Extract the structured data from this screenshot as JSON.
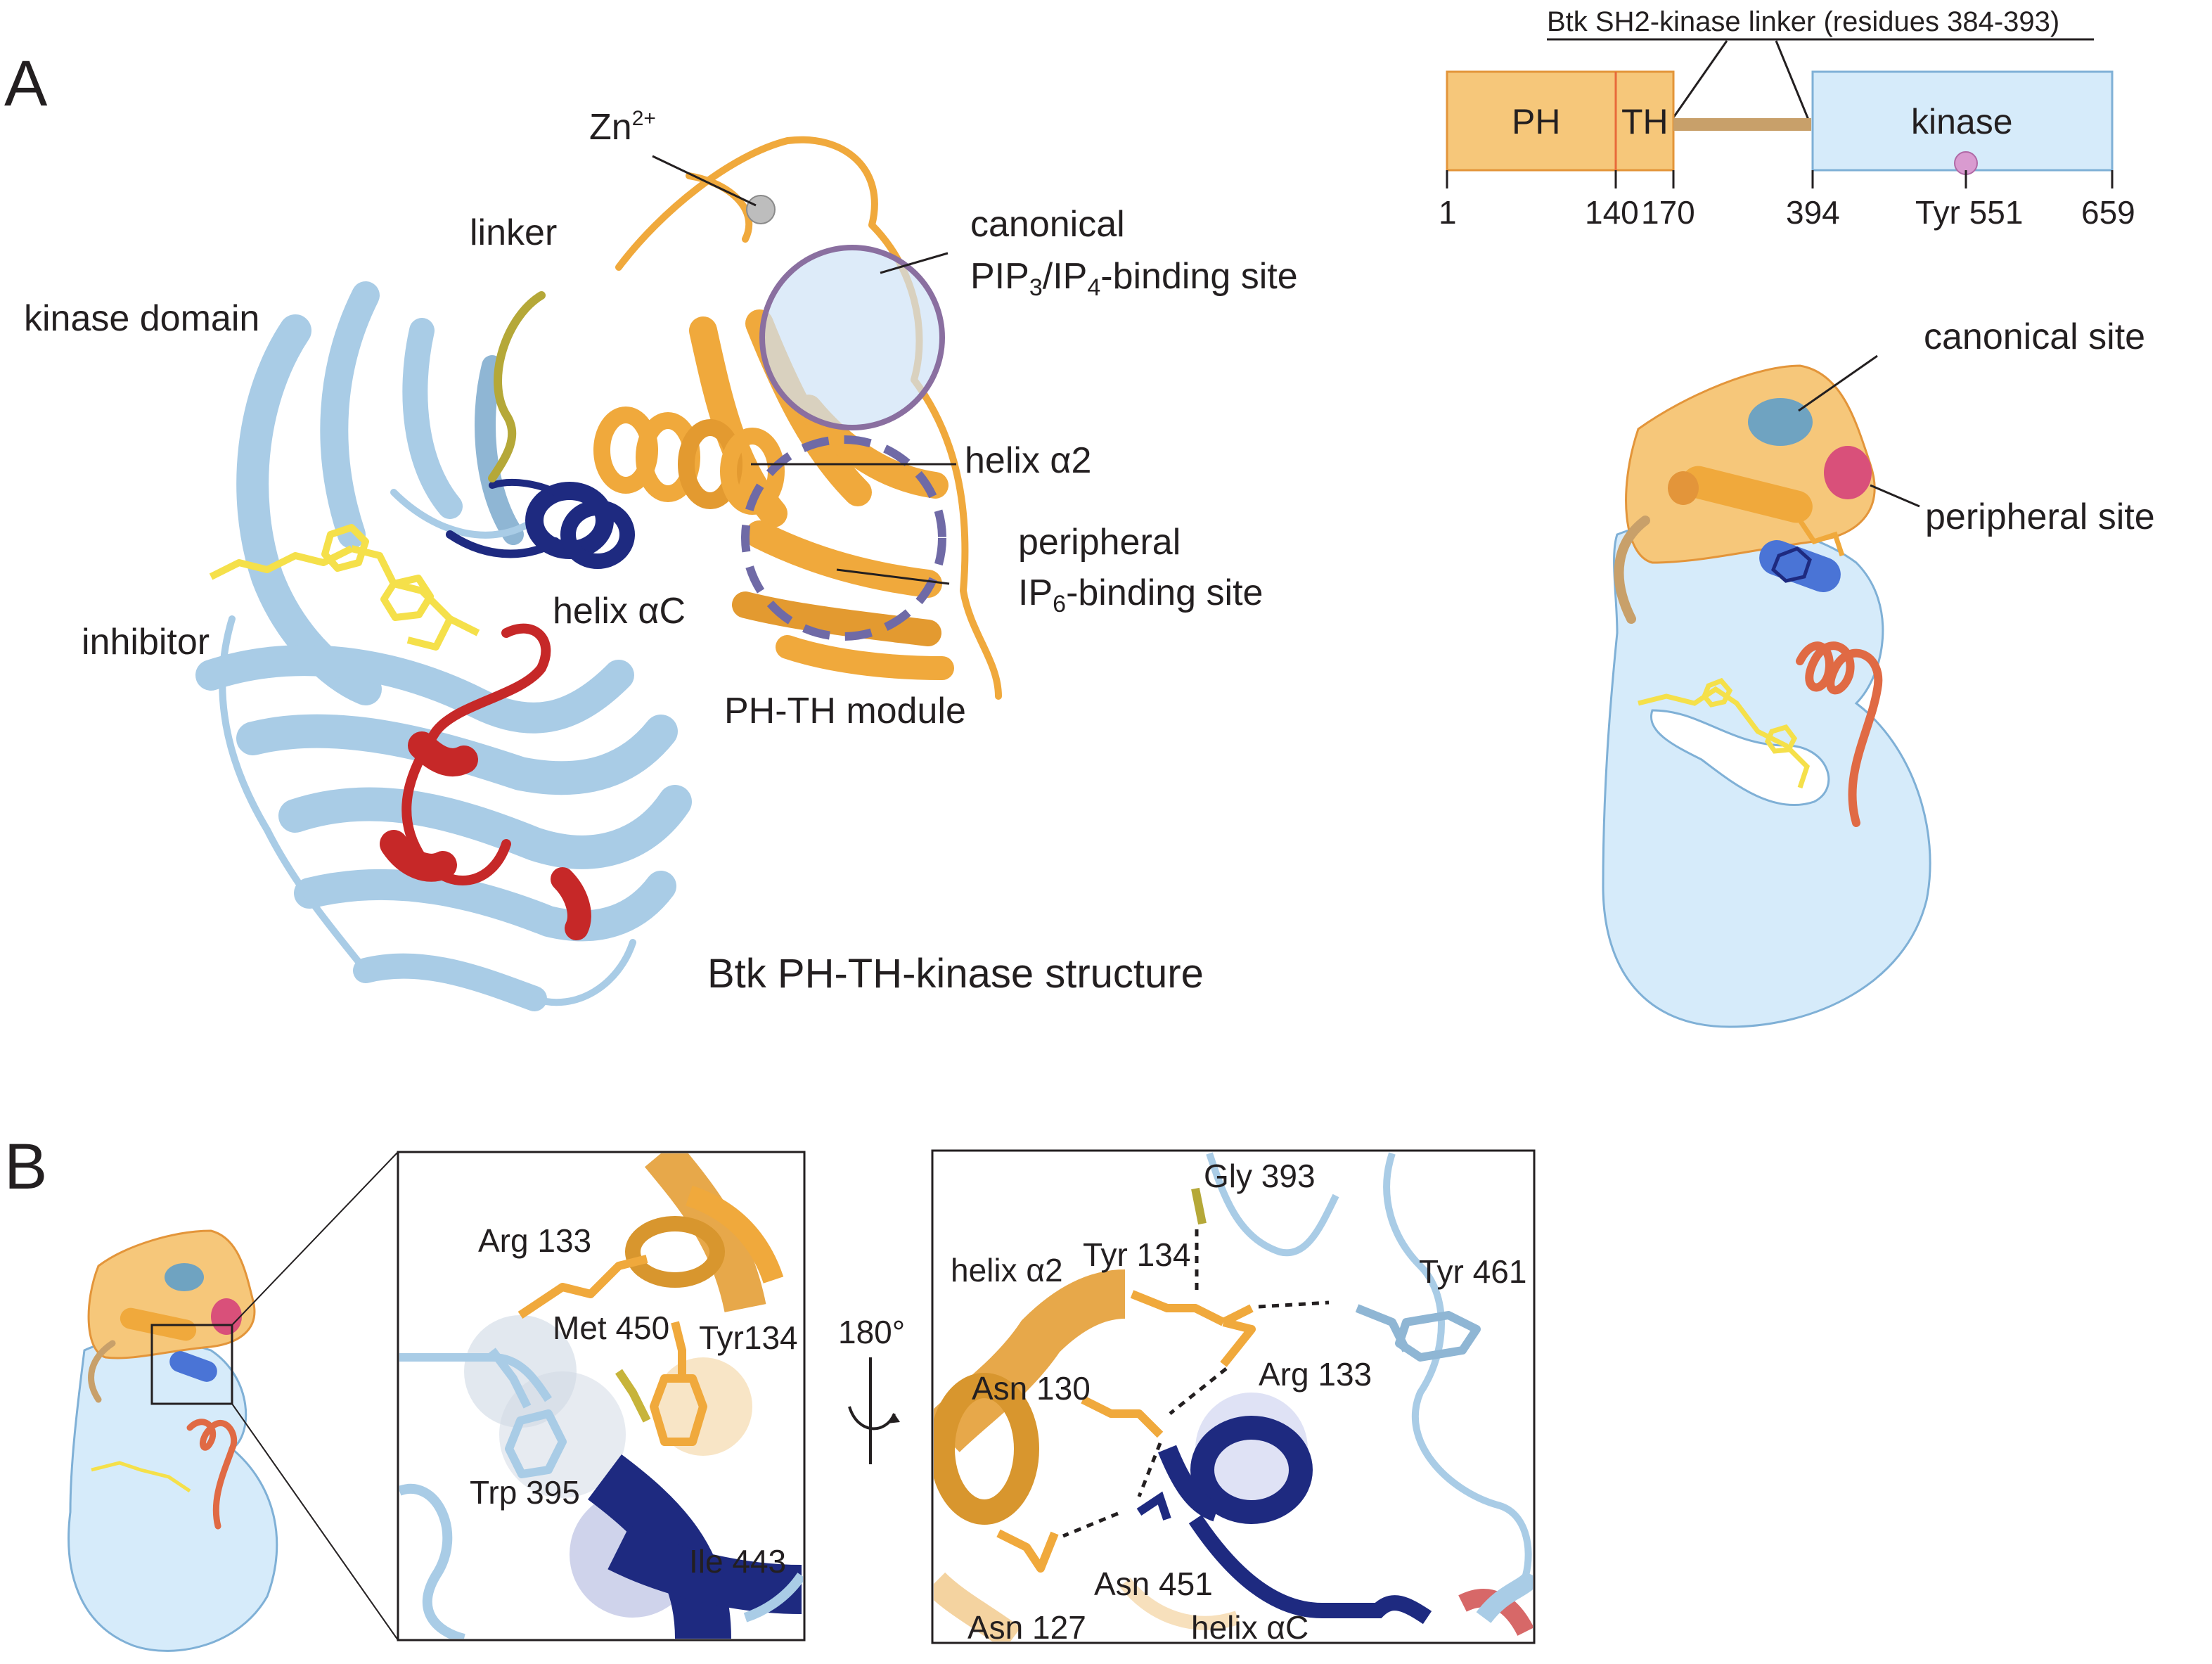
{
  "panelA": {
    "letter": "A",
    "labels": {
      "zn": "Zn",
      "zn_sup": "2+",
      "linker": "linker",
      "kinase_domain": "kinase domain",
      "canonical_l1": "canonical",
      "canonical_l2a": "PIP",
      "canonical_sub1": "3",
      "canonical_l2b": "/IP",
      "canonical_sub2": "4",
      "canonical_l2c": "-binding site",
      "helix_a2": "helix α2",
      "peripheral_l1": "peripheral",
      "peripheral_l2a": "IP",
      "peripheral_sub": "6",
      "peripheral_l2b": "-binding site",
      "helix_ac": "helix αC",
      "inhibitor": "inhibitor",
      "ph_th_module": "PH-TH module",
      "structure_title": "Btk  PH-TH-kinase structure"
    },
    "domain_map": {
      "linker_title": "Btk SH2-kinase linker (residues 384-393)",
      "ph": "PH",
      "th": "TH",
      "kinase": "kinase",
      "ticks": [
        "1",
        "140",
        "170",
        "394",
        "Tyr 551",
        "659"
      ]
    },
    "cartoon": {
      "canonical_site": "canonical site",
      "peripheral_site": "peripheral site"
    }
  },
  "panelB": {
    "letter": "B",
    "left_inset": {
      "arg133": "Arg 133",
      "met450": "Met 450",
      "tyr134": "Tyr134",
      "trp395": "Trp 395",
      "ile443": "Ile 443"
    },
    "rotation": "180°",
    "right_inset": {
      "gly393": "Gly 393",
      "tyr134": "Tyr 134",
      "helix_a2": "helix α2",
      "tyr461": "Tyr 461",
      "asn130": "Asn 130",
      "arg133": "Arg 133",
      "asn451": "Asn 451",
      "asn127": "Asn 127",
      "helix_ac": "helix αC"
    }
  },
  "colors": {
    "kinase_blue": "#a9cce6",
    "kinase_fill": "#d6ebfa",
    "ph_orange": "#f0a93c",
    "ph_fill": "#f6c77a",
    "helix_navy": "#1e2a80",
    "loop_red": "#c62828",
    "linker_olive": "#b5a838",
    "inhibitor_yellow": "#f5e04a",
    "site_blue": "#6fa3c1",
    "site_pink": "#d9507a",
    "domain_tan": "#c8a06a"
  }
}
